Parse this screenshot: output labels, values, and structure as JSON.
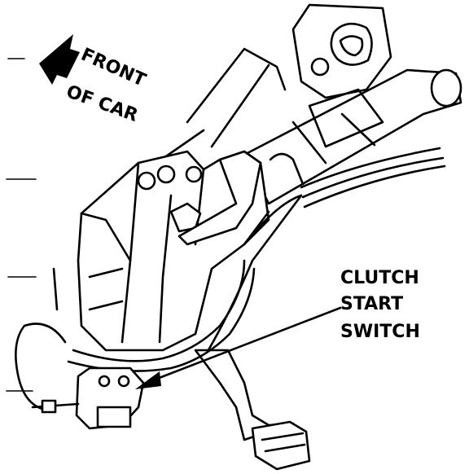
{
  "direction_label": {
    "line1": "FRONT",
    "line2": "OF CAR"
  },
  "callout": {
    "line1": "CLUTCH",
    "line2": "START",
    "line3": "SWITCH"
  },
  "colors": {
    "ink": "#000000",
    "paper": "#ffffff"
  }
}
